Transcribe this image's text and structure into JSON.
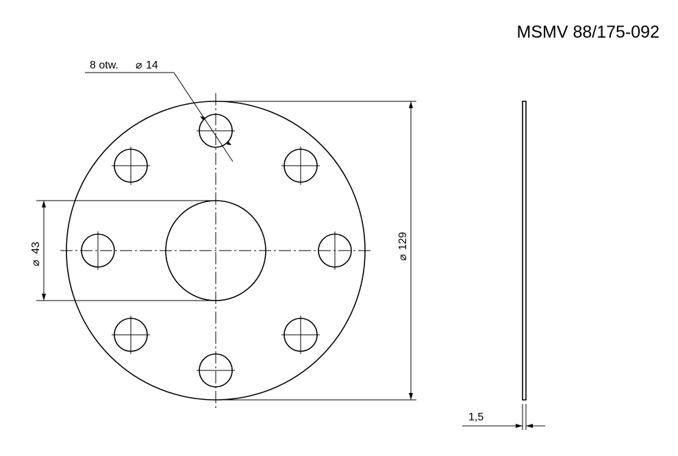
{
  "title": "MSMV 88/175-092",
  "dimensions": {
    "holes_label_prefix": "8 otw.",
    "holes_label_dia": "14",
    "inner_dia": "43",
    "outer_dia": "129",
    "thickness": "1,5"
  },
  "symbols": {
    "diameter": "⌀"
  }
}
